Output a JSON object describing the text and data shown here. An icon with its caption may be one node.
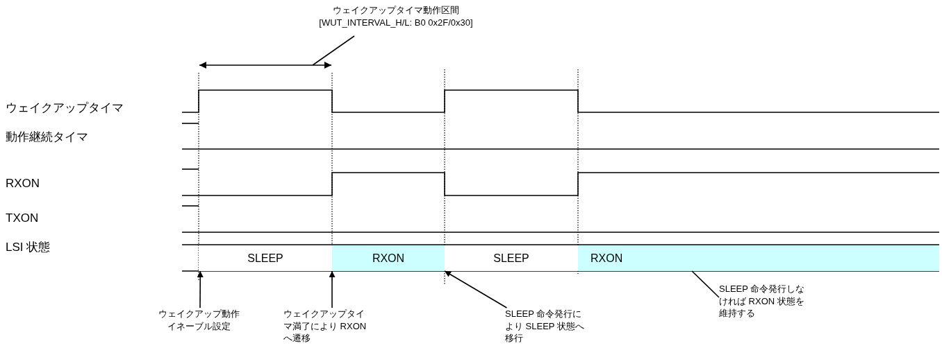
{
  "diagram": {
    "nodes": [
      {
        "text": [
          "ウェイクアップタイマ動作区間",
          "[WUT_INTERVAL_H/L: B0 0x2F/0x30]"
        ]
      },
      {
        "text": [
          "SLEEP"
        ]
      },
      {
        "text": [
          "RXON"
        ]
      },
      {
        "text": [
          "SLEEP"
        ]
      },
      {
        "text": [
          "RXON"
        ]
      },
      {
        "text": [
          "ウェイクアップ動作イネーブル設定"
        ]
      },
      {
        "text": [
          "ウェイクアップタイマ満了により RXON へ遷移"
        ]
      },
      {
        "text": [
          "SLEEP 命令発行により SLEEP 状態へ移行"
        ]
      },
      {
        "text": [
          "SLEEP 命令発行しなければ RXON 状態を維持する"
        ]
      }
    ],
    "edges": [
      {
        "from": 0,
        "to": null,
        "arrow": "none"
      },
      {
        "from": 5,
        "to": 1,
        "arrow": "to"
      },
      {
        "from": 6,
        "to": 2,
        "arrow": "to"
      },
      {
        "from": 7,
        "to": 2,
        "arrow": "to"
      },
      {
        "from": 8,
        "to": 4,
        "arrow": "none"
      }
    ],
    "labels": [
      "ウェイクアップタイマ",
      "動作継続タイマ",
      "RXON",
      "TXON",
      "LSI 状態"
    ]
  }
}
